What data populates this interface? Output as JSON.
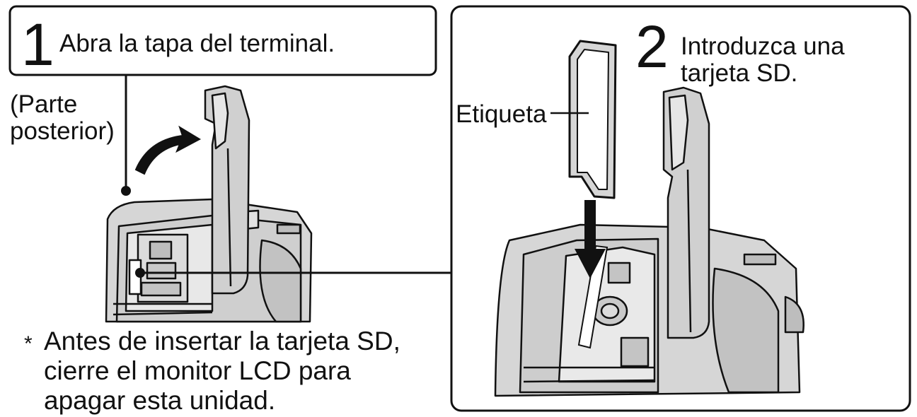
{
  "step1": {
    "number": "1",
    "instruction": "Abra la tapa del terminal.",
    "location_label_line1": "(Parte",
    "location_label_line2": "posterior)",
    "icons": [
      "rotate-arrow-icon",
      "callout-dot-icon"
    ]
  },
  "step2": {
    "number": "2",
    "instruction_line1": "Introduzca una",
    "instruction_line2": "tarjeta SD.",
    "card_label": "Etiqueta",
    "icons": [
      "insert-arrow-icon",
      "sd-card-icon"
    ]
  },
  "note": {
    "marker": "*",
    "line1": "Antes de insertar la tarjeta SD,",
    "line2": "cierre el monitor LCD para",
    "line3": "apagar esta unidad."
  },
  "colors": {
    "ink": "#111111",
    "fill": "#d6d6d6",
    "paper": "#ffffff"
  }
}
